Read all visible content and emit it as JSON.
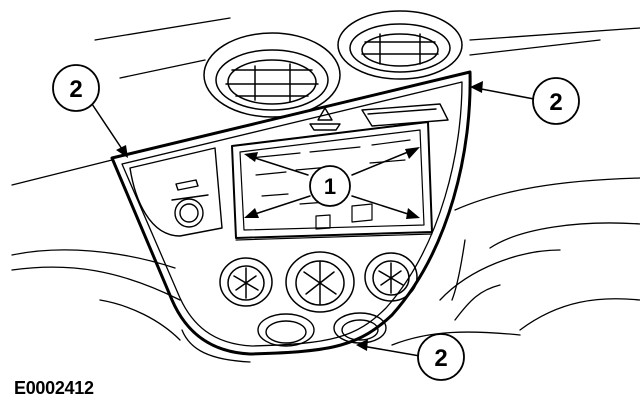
{
  "callouts": {
    "screw": "1",
    "clip": "2"
  },
  "figure": {
    "code": "E0002412"
  }
}
